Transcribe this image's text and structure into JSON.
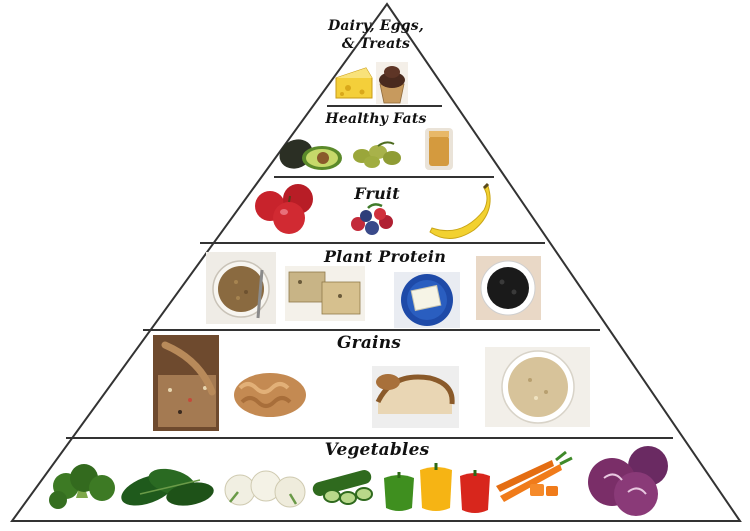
{
  "tiers": [
    {
      "name": "Dairy, Eggs, & Treats",
      "line1": "Dairy, Eggs,",
      "line2": "& Treats",
      "foods": [
        "cheese",
        "cupcake"
      ]
    },
    {
      "name": "Healthy Fats",
      "foods": [
        "avocado",
        "olives",
        "nut-butter"
      ]
    },
    {
      "name": "Fruit",
      "foods": [
        "apples",
        "berries",
        "banana"
      ]
    },
    {
      "name": "Plant Protein",
      "foods": [
        "lentils",
        "tempeh",
        "tofu",
        "black-beans"
      ]
    },
    {
      "name": "Grains",
      "foods": [
        "quinoa",
        "rotini-pasta",
        "bread",
        "brown-rice"
      ]
    },
    {
      "name": "Vegetables",
      "foods": [
        "broccoli",
        "spinach",
        "cauliflower",
        "cucumber",
        "bell-peppers",
        "carrots",
        "red-cabbage"
      ]
    }
  ],
  "colors": {
    "outline": "#333333",
    "cheese": "#f4cf3a",
    "avocado": "#5b8a2a",
    "apple": "#c8232c",
    "banana": "#f2d130",
    "broccoli": "#3d7a24",
    "pepper_green": "#3f8f1f",
    "pepper_yellow": "#f6b414",
    "pepper_red": "#d8261c",
    "carrot": "#f07b1a",
    "cabbage": "#7a2e68"
  }
}
